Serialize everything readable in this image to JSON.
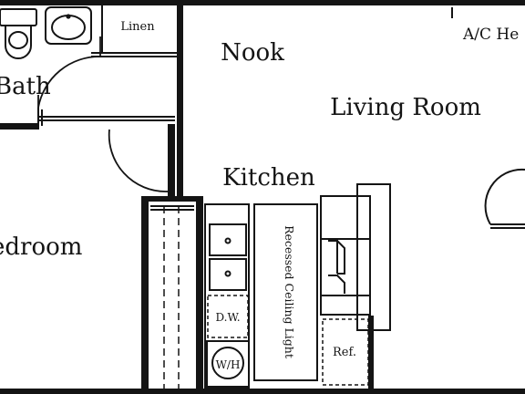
{
  "rooms": {
    "bath": "Bath",
    "nook": "Nook",
    "living_room": "Living Room",
    "kitchen": "Kitchen",
    "bedroom": "edroom"
  },
  "fixtures": {
    "linen": "Linen",
    "ac": "A/C He",
    "dishwasher": "D.W.",
    "water_heater": "W/H",
    "refrigerator": "Ref.",
    "ceiling_light": "Recessed Ceiling Light"
  }
}
